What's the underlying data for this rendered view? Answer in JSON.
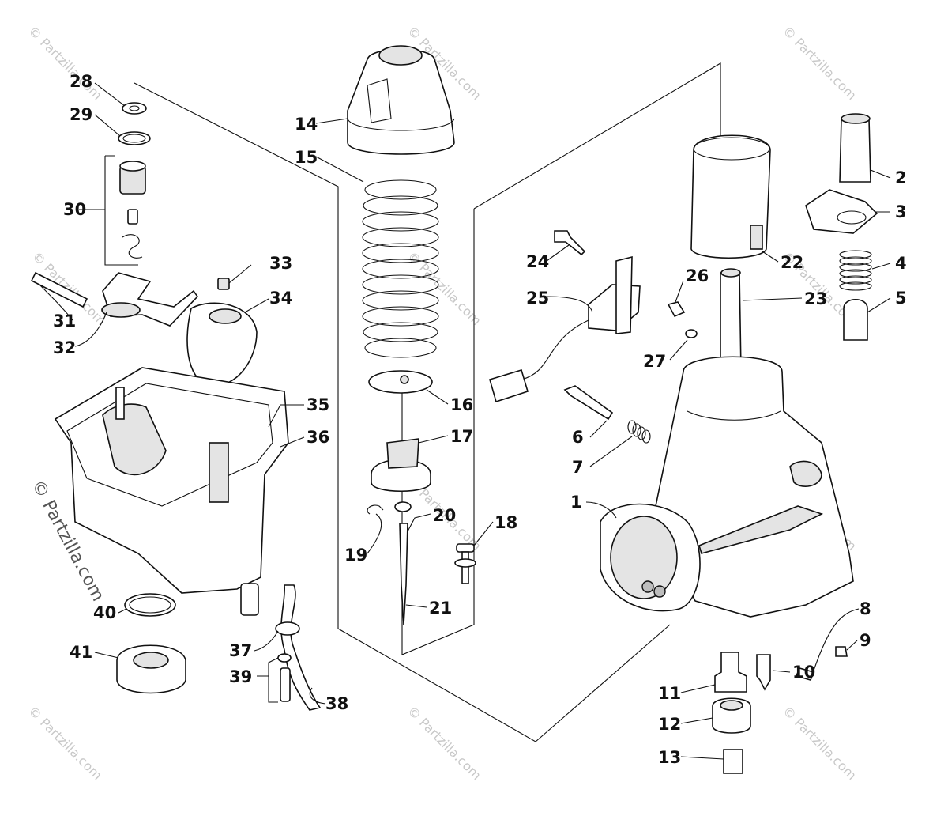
{
  "watermark": {
    "text": "© Partzilla.com",
    "side_text": "© Partzilla.com"
  },
  "callouts": {
    "c1": "1",
    "c2": "2",
    "c3": "3",
    "c4": "4",
    "c5": "5",
    "c6": "6",
    "c7": "7",
    "c8": "8",
    "c9": "9",
    "c10": "10",
    "c11": "11",
    "c12": "12",
    "c13": "13",
    "c14": "14",
    "c15": "15",
    "c16": "16",
    "c17": "17",
    "c18": "18",
    "c19": "19",
    "c20": "20",
    "c21": "21",
    "c22": "22",
    "c23": "23",
    "c24": "24",
    "c25": "25",
    "c26": "26",
    "c27": "27",
    "c28": "28",
    "c29": "29",
    "c30": "30",
    "c31": "31",
    "c32": "32",
    "c33": "33",
    "c34": "34",
    "c35": "35",
    "c36": "36",
    "c37": "37",
    "c38": "38",
    "c39": "39",
    "c40": "40",
    "c41": "41"
  }
}
